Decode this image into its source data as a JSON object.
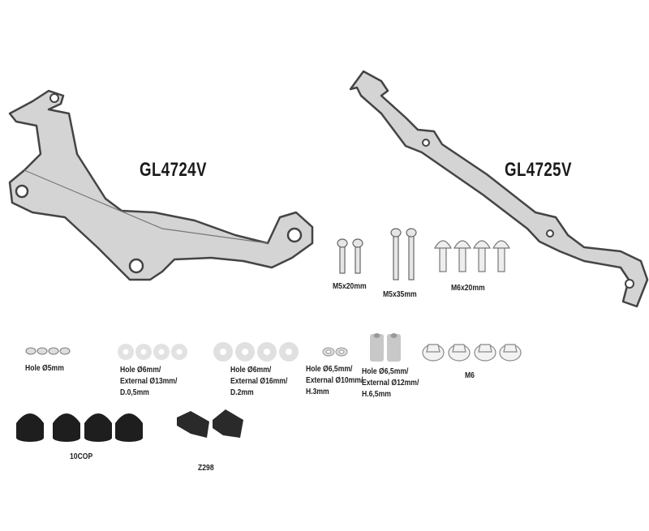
{
  "products": [
    {
      "code": "GL4724V"
    },
    {
      "code": "GL4725V"
    }
  ],
  "screws": [
    {
      "label": "M5x20mm",
      "count": 2
    },
    {
      "label": "M5x35mm",
      "count": 2
    },
    {
      "label": "M6x20mm",
      "count": 4
    }
  ],
  "washers": [
    {
      "label": "Hole Ø5mm",
      "count": 4
    },
    {
      "label": "Hole Ø6mm/\nExternal Ø13mm/\nD.0,5mm",
      "count": 4
    },
    {
      "label": "Hole Ø6mm/\nExternal Ø16mm/\nD.2mm",
      "count": 4
    },
    {
      "label": "Hole Ø6,5mm/\nExternal Ø10mm/\nH.3mm",
      "count": 2
    },
    {
      "label": "Hole Ø6,5mm/\nExternal Ø12mm/\nH.6,5mm",
      "count": 2
    }
  ],
  "nuts": {
    "label": "M6",
    "count": 4
  },
  "caps": {
    "label": "10COP",
    "count": 4
  },
  "pads": {
    "label": "Z298",
    "count": 2
  },
  "colors": {
    "bracket_fill": "#d4d4d4",
    "outline": "#444444",
    "cap": "#1e1e1e",
    "hardware": "#e6e6e6"
  }
}
